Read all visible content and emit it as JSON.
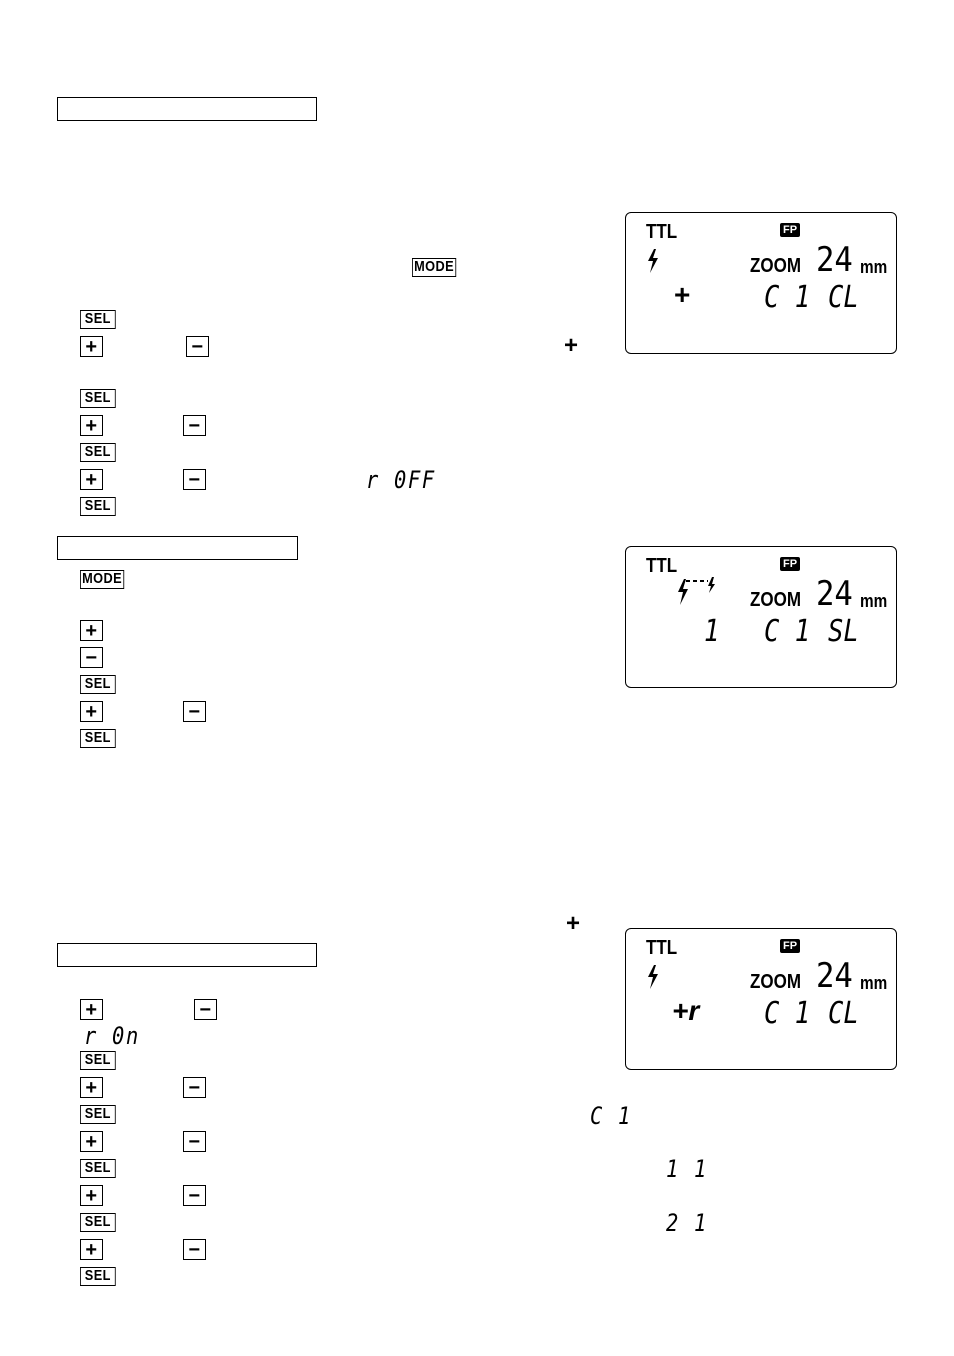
{
  "keys": {
    "sel": "SEL",
    "mode": "MODE",
    "plus": "+",
    "minus": "−"
  },
  "segment_text": {
    "r_off": "r 0FF",
    "r_on": "r 0n",
    "c1": "C 1",
    "g11": "1 1",
    "g21": "2 1"
  },
  "symbols": {
    "plus": "+"
  },
  "lcd1": {
    "mode": "TTL",
    "fp": "FP",
    "zoom_label": "ZOOM",
    "zoom_value": "24",
    "zoom_unit": "mm",
    "flash_icon": "flash-icon",
    "sign": "+",
    "channel": "C 1",
    "group": "CL"
  },
  "lcd2": {
    "mode": "TTL",
    "fp": "FP",
    "zoom_label": "ZOOM",
    "zoom_value": "24",
    "zoom_unit": "mm",
    "flash_icon": "remote-flash-icon",
    "count": "1",
    "channel": "C 1",
    "group": "SL"
  },
  "lcd3": {
    "mode": "TTL",
    "fp": "FP",
    "zoom_label": "ZOOM",
    "zoom_value": "24",
    "zoom_unit": "mm",
    "flash_icon": "flash-icon",
    "sign": "+r",
    "channel": "C 1",
    "group": "CL"
  }
}
